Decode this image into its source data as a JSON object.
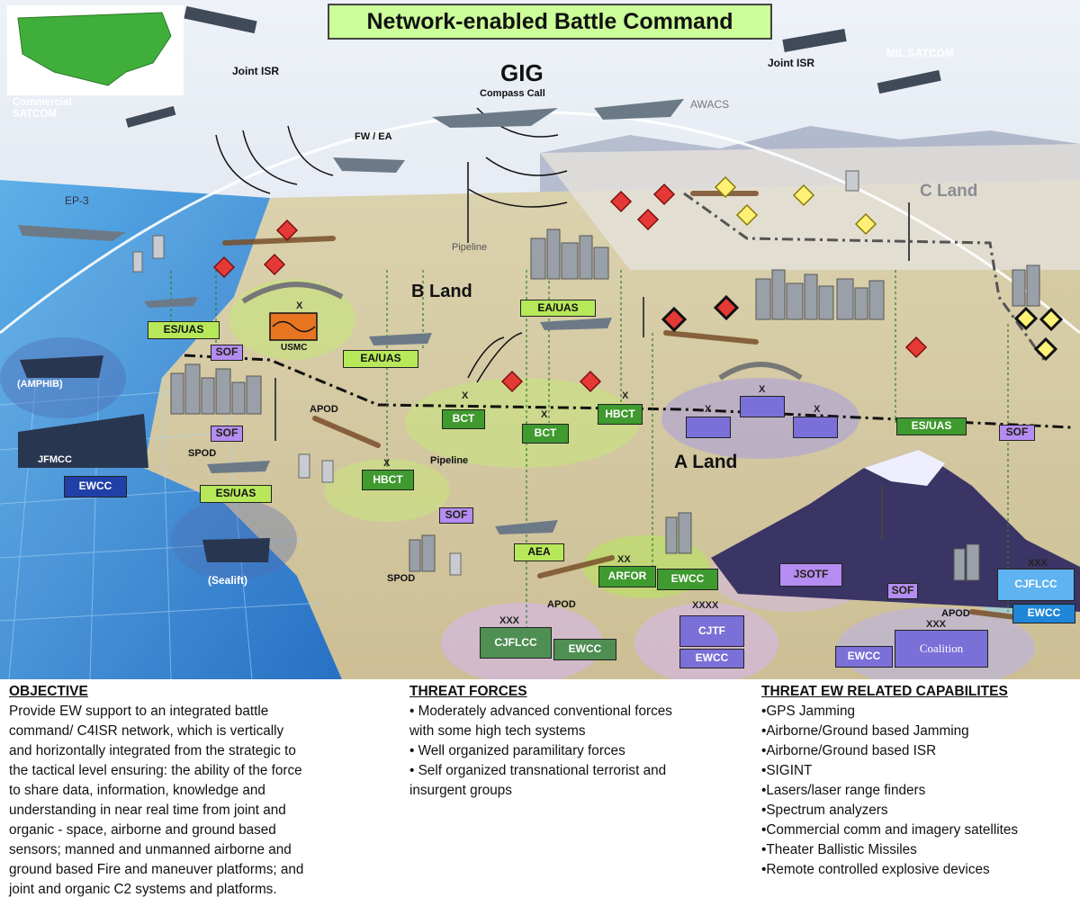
{
  "title": "Network-enabled Battle Command",
  "labels": {
    "gig": "GIG",
    "commercial_satcom": "Commercial SATCOM",
    "joint_isr_left": "Joint ISR",
    "joint_isr_right": "Joint ISR",
    "mil_satcom": "MIL SATCOM",
    "compass_call": "Compass Call",
    "awacs": "AWACS",
    "fw_ea": "FW / EA",
    "ep3": "EP-3",
    "c_land": "C Land",
    "b_land": "B Land",
    "a_land": "A Land",
    "pipeline_top": "Pipeline",
    "pipeline_mid": "Pipeline",
    "usmc": "USMC",
    "amphib": "(AMPHIB)",
    "jfmcc": "JFMCC",
    "sealift": "(Sealift)",
    "spod_left": "SPOD",
    "spod_mid": "SPOD",
    "apod_left": "APOD",
    "apod_mid": "APOD",
    "apod_right": "APOD"
  },
  "units": {
    "es_uas_1": "ES/UAS",
    "es_uas_2": "ES/UAS",
    "es_uas_3": "ES/UAS",
    "ea_uas_1": "EA/UAS",
    "ea_uas_2": "EA/UAS",
    "sof_1": "SOF",
    "sof_2": "SOF",
    "sof_3": "SOF",
    "sof_4": "SOF",
    "sof_5": "SOF",
    "bct_1": "BCT",
    "bct_2": "BCT",
    "hbct_1": "HBCT",
    "hbct_2": "HBCT",
    "aea": "AEA",
    "arfor": "ARFOR",
    "ewcc_1": "EWCC",
    "ewcc_2": "EWCC",
    "ewcc_3": "EWCC",
    "ewcc_4": "EWCC",
    "ewcc_5": "EWCC",
    "ewcc_6": "EWCC",
    "cjflcc_1": "CJFLCC",
    "cjflcc_2": "CJFLCC",
    "cjtf": "CJTF",
    "jsotf": "JSOTF",
    "coalition": "Coalition"
  },
  "echelons": {
    "x": "X",
    "xx": "XX",
    "xxx": "XXX",
    "xxxx": "XXXX"
  },
  "colors": {
    "title_bg": "#ccff99",
    "threat_red": "#e53935",
    "threat_yellow": "#fff176",
    "sea": "#1f7fd1",
    "land": "#d8c9a2",
    "dome": "#dfe7f2"
  },
  "objective": {
    "heading": "OBJECTIVE",
    "lines": [
      "Provide EW support to an integrated battle",
      "command/ C4ISR network, which is vertically",
      "and horizontally integrated from the strategic to",
      "the tactical level ensuring: the ability of the force",
      "to share data, information, knowledge and",
      "understanding in near real time from joint and",
      "organic - space, airborne and ground based",
      "sensors; manned and unmanned airborne and",
      "ground based Fire and maneuver platforms; and",
      "joint and organic C2 systems and platforms."
    ]
  },
  "threat_forces": {
    "heading": "THREAT FORCES",
    "lines": [
      "• Moderately advanced conventional forces",
      "with some high tech systems",
      "• Well organized paramilitary forces",
      "• Self organized transnational terrorist and",
      "insurgent groups"
    ]
  },
  "threat_ew": {
    "heading": "THREAT EW RELATED CAPABILITES",
    "items": [
      "GPS Jamming",
      "Airborne/Ground based Jamming",
      "Airborne/Ground based ISR",
      "SIGINT",
      "Lasers/laser range finders",
      "Spectrum analyzers",
      "Commercial comm and imagery satellites",
      "Theater Ballistic Missiles",
      "Remote controlled explosive devices"
    ]
  }
}
